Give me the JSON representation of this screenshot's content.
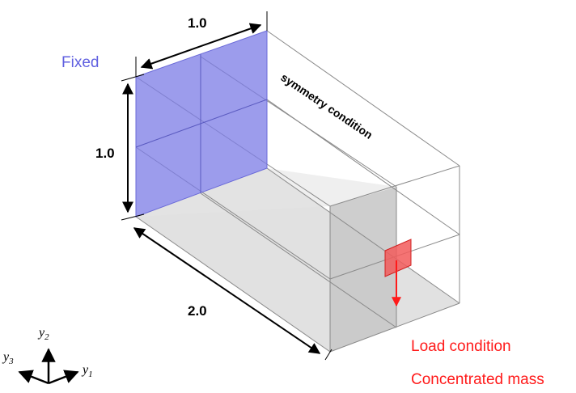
{
  "labels": {
    "fixed": "Fixed",
    "symmetry": "symmetry condition",
    "load": "Load condition",
    "mass": "Concentrated mass"
  },
  "dimensions": {
    "top": "1.0",
    "left": "1.0",
    "bottom": "2.0"
  },
  "axes": {
    "y2": {
      "base": "y",
      "sub": "2"
    },
    "y3": {
      "base": "y",
      "sub": "3"
    },
    "y1": {
      "base": "y",
      "sub": "1"
    }
  },
  "colors": {
    "fixed_face": "#7b7be6",
    "label_fixed": "#6060e0",
    "load": "#ff1a1a",
    "mass_fill": "#f25a5a",
    "box_shade": "#dcdcdc",
    "end_shade": "#c9c9c9"
  }
}
